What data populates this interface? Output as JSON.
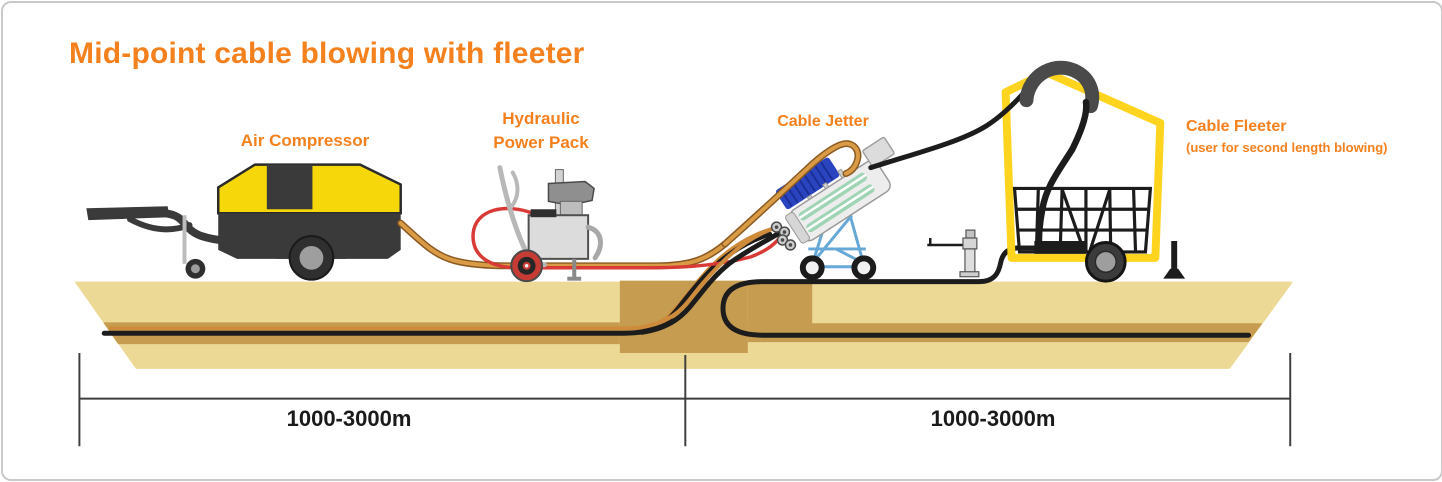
{
  "title": "Mid-point cable blowing with fleeter",
  "labels": {
    "air_compressor": "Air Compressor",
    "hydraulic_power_pack_line1": "Hydraulic",
    "hydraulic_power_pack_line2": "Power Pack",
    "cable_jetter": "Cable Jetter",
    "cable_fleeter": "Cable Fleeter",
    "cable_fleeter_note": "(user for second length blowing)"
  },
  "measurements": {
    "left_span": "1000-3000m",
    "right_span": "1000-3000m"
  },
  "colors": {
    "accent": "#F5801E",
    "ground": "#EDD996",
    "pit": "#C69C50",
    "machine_yellow": "#F6D70A",
    "fleeter_yellow": "#FFD41F",
    "hose_orange": "#D99B45",
    "hose_orange_dark": "#8A5A22",
    "duct_orange": "#CE8B3B",
    "hose_red": "#D93A35",
    "jetter_blue": "#2A44C0",
    "frame_blue": "#66A8D6",
    "cable_black": "#1C1C1C",
    "measure_line": "#3F3F3F",
    "measure_text": "#1A1A1A"
  }
}
